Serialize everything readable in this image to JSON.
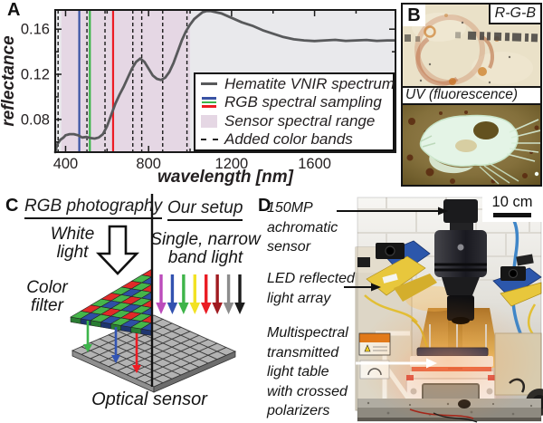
{
  "panels": {
    "a": {
      "label": "A"
    },
    "b": {
      "label": "B",
      "rgb_tag": "R-G-B",
      "uv_tag": "UV (fluorescence)"
    },
    "c": {
      "label": "C",
      "left_heading": "RGB photography",
      "right_heading": "Our setup",
      "white_light_lines": [
        "White",
        "light"
      ],
      "narrow_lines": [
        "Single, narrow",
        "band light"
      ],
      "filter_lines": [
        "Color",
        "filter"
      ],
      "sensor_label": "Optical sensor",
      "filter_colors": {
        "red": "#e12a28",
        "green": "#46b54a",
        "blue": "#2e4fa5"
      },
      "rgb_arrow_colors": [
        "#3cb54a",
        "#3355b4",
        "#ed1c24"
      ],
      "band_arrow_colors": [
        "#bb4cbb",
        "#3252b0",
        "#3eb449",
        "#f2e224",
        "#ea1c24",
        "#a01b20",
        "#8c8c8c",
        "#1c1c1c"
      ]
    },
    "d": {
      "label": "D",
      "scale_label": "10 cm",
      "annotations": [
        {
          "lines": [
            "150MP",
            "achromatic",
            "sensor"
          ]
        },
        {
          "lines": [
            "LED reflected",
            "light array"
          ]
        },
        {
          "lines": [
            "Multispectral",
            "transmitted",
            "light table",
            "with crossed",
            "polarizers"
          ]
        }
      ]
    }
  },
  "chart_data": {
    "type": "line",
    "title": "",
    "xlabel": "wavelength [nm]",
    "ylabel": "reflectance",
    "xlim": [
      350,
      1990
    ],
    "ylim": [
      0.051,
      0.177
    ],
    "xticks": [
      400,
      800,
      1200,
      1600
    ],
    "xticks_minor": [
      600,
      1000,
      1400,
      1800
    ],
    "yticks": [
      0.08,
      0.12,
      0.16
    ],
    "yticks_minor": [
      0.06,
      0.1,
      0.14
    ],
    "plot_bg": "#e9e9ec",
    "grid": false,
    "legend": [
      "Hematite VNIR spectrum",
      "RGB spectral sampling",
      "Sensor spectral range",
      "Added color bands"
    ],
    "legend_position": "lower right",
    "series": [
      {
        "name": "Hematite VNIR spectrum",
        "color": "#58595b",
        "x": [
          350,
          360,
          375,
          390,
          400,
          420,
          440,
          460,
          480,
          500,
          520,
          540,
          560,
          580,
          600,
          620,
          640,
          660,
          680,
          700,
          720,
          740,
          760,
          780,
          800,
          820,
          840,
          860,
          880,
          900,
          920,
          940,
          960,
          980,
          1000,
          1020,
          1040,
          1060,
          1080,
          1100,
          1150,
          1200,
          1250,
          1300,
          1350,
          1400,
          1450,
          1500,
          1550,
          1600,
          1650,
          1700,
          1750,
          1800,
          1850,
          1900,
          1950,
          1985
        ],
        "y": [
          0.051,
          0.058,
          0.062,
          0.064,
          0.066,
          0.067,
          0.067,
          0.066,
          0.064,
          0.0645,
          0.0635,
          0.063,
          0.064,
          0.067,
          0.074,
          0.084,
          0.094,
          0.102,
          0.109,
          0.117,
          0.125,
          0.131,
          0.134,
          0.131,
          0.125,
          0.119,
          0.116,
          0.115,
          0.117,
          0.122,
          0.13,
          0.14,
          0.15,
          0.158,
          0.164,
          0.169,
          0.172,
          0.175,
          0.176,
          0.176,
          0.174,
          0.17,
          0.166,
          0.163,
          0.159,
          0.156,
          0.153,
          0.151,
          0.15,
          0.1495,
          0.15,
          0.1505,
          0.1496,
          0.15,
          0.1504,
          0.1496,
          0.15,
          0.15
        ]
      }
    ],
    "rgb_bands": {
      "name": "RGB spectral sampling",
      "bands": [
        {
          "nm": 466,
          "color": "#3953a4"
        },
        {
          "nm": 517,
          "color": "#3cb54a"
        },
        {
          "nm": 629,
          "color": "#ed1c24"
        }
      ]
    },
    "sensor_range": {
      "name": "Sensor spectral range",
      "from": 380,
      "to": 1000,
      "color": "#e5d7e4"
    },
    "added_bands": {
      "name": "Added color bands",
      "nm": [
        364,
        503,
        590,
        724,
        767,
        868,
        985
      ]
    }
  }
}
